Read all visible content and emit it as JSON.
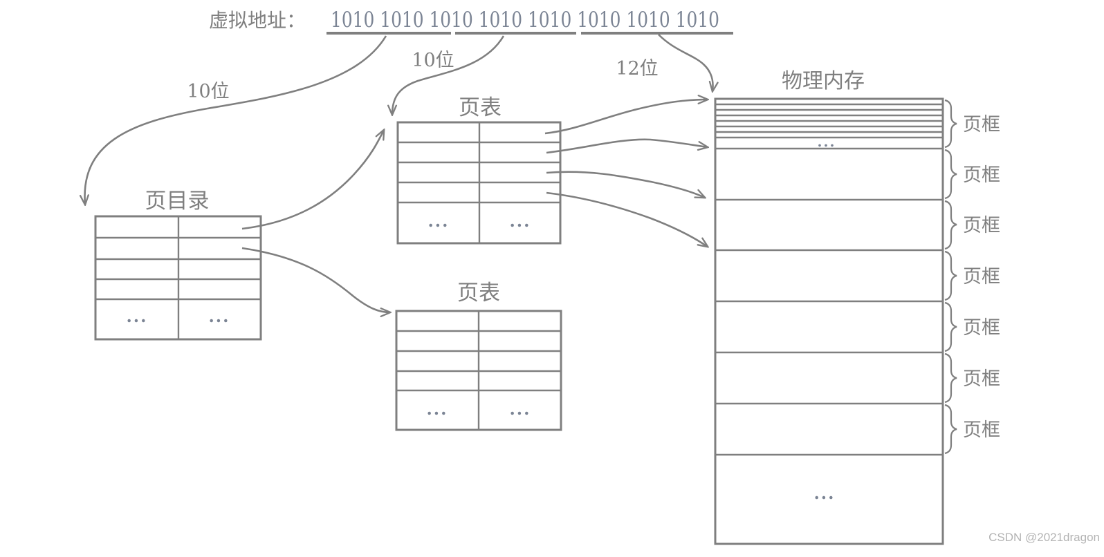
{
  "virtual_address": {
    "label": "虚拟地址：",
    "bits": "1010 1010 1010 1010 1010 1010 1010 1010",
    "segments": [
      {
        "bits_label": "10位"
      },
      {
        "bits_label": "10位"
      },
      {
        "bits_label": "12位"
      }
    ]
  },
  "page_directory": {
    "title": "页目录",
    "ellipsis": "..."
  },
  "page_tables": [
    {
      "title": "页表",
      "ellipsis": "..."
    },
    {
      "title": "页表",
      "ellipsis": "..."
    }
  ],
  "physical_memory": {
    "title": "物理内存",
    "frame_label": "页框",
    "frame_count": 7,
    "ellipsis_top": "...",
    "ellipsis_bottom": "..."
  },
  "watermark": "CSDN @2021dragon",
  "colors": {
    "line": "#7f7f7f",
    "label_text": "#7f7f7f",
    "digit_text": "#7b8494",
    "watermark": "#b3b3b3"
  }
}
